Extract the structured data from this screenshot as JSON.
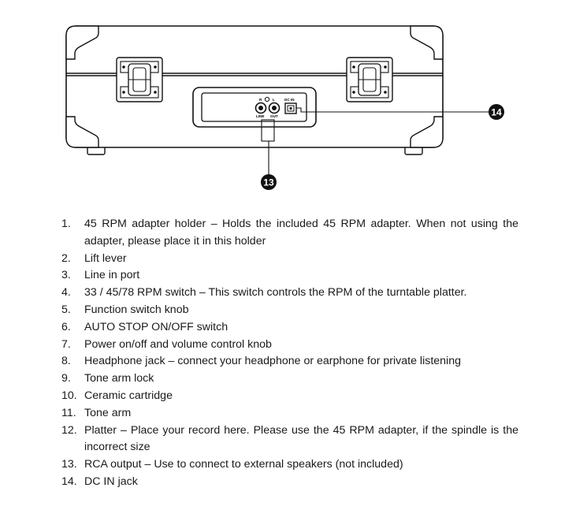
{
  "diagram": {
    "jack_labels": {
      "r": "R",
      "l": "L",
      "line": "LINE",
      "out": "OUT",
      "dc_in": "DC IN"
    },
    "callouts": [
      "13",
      "14"
    ]
  },
  "items": [
    {
      "num": "1.",
      "text": "45 RPM adapter holder – Holds the included 45 RPM adapter. When not using the adapter, please place it in this holder"
    },
    {
      "num": "2.",
      "text": "Lift lever"
    },
    {
      "num": "3.",
      "text": "Line in port"
    },
    {
      "num": "4.",
      "text": "33 / 45/78 RPM switch – This switch controls the RPM of the turntable platter."
    },
    {
      "num": "5.",
      "text": "Function switch knob"
    },
    {
      "num": "6.",
      "text": "AUTO STOP ON/OFF switch"
    },
    {
      "num": "7.",
      "text": "Power on/off and volume control knob"
    },
    {
      "num": "8.",
      "text": "Headphone jack – connect your headphone or earphone for private listening"
    },
    {
      "num": "9.",
      "text": "Tone arm lock"
    },
    {
      "num": "10.",
      "text": "Ceramic cartridge"
    },
    {
      "num": "11.",
      "text": "Tone arm"
    },
    {
      "num": "12.",
      "text": "Platter – Place your record here. Please use the 45 RPM adapter, if the spindle is the incorrect size"
    },
    {
      "num": "13.",
      "text": "RCA output – Use to connect to external speakers (not included)"
    },
    {
      "num": "14.",
      "text": "DC IN jack"
    }
  ]
}
